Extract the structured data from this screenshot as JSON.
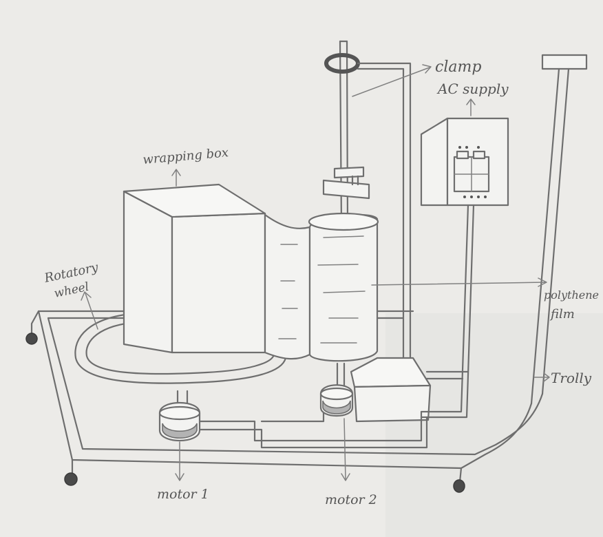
{
  "labels": {
    "clamp": "clamp",
    "ac_supply": "AC supply",
    "wrapping_box": "wrapping box",
    "rotatory_wheel_1": "Rotatory",
    "rotatory_wheel_2": "wheel",
    "polythene_film_1": "polythene",
    "polythene_film_2": "film",
    "trolly": "Trolly",
    "motor_1": "motor 1",
    "motor_2": "motor 2"
  },
  "colors": {
    "paper": "#ecebe8",
    "pencil": "#6e6e6e"
  }
}
